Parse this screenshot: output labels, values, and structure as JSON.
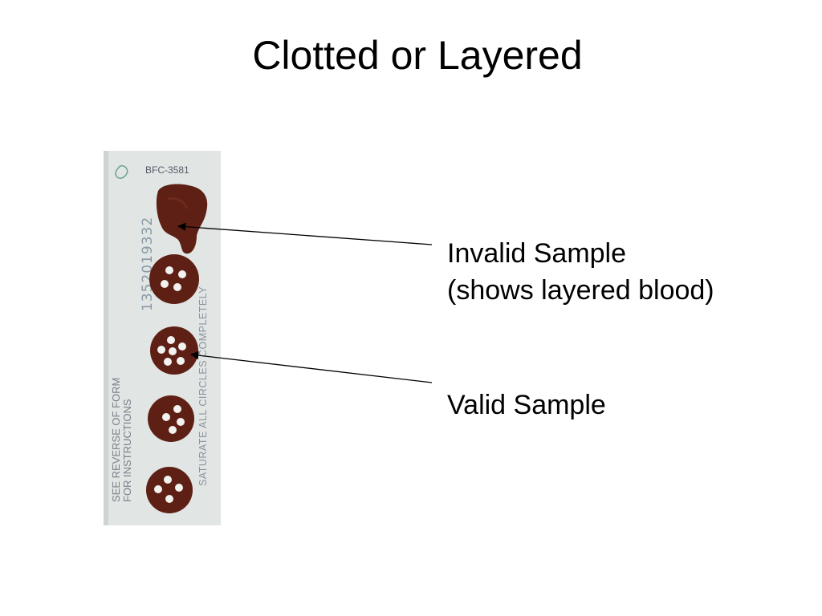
{
  "slide": {
    "title": "Clotted or Layered"
  },
  "card": {
    "form_code": "BFC-3581",
    "serial_number": "1352019332",
    "side_text_line1": "SEE REVERSE OF FORM",
    "side_text_line2": "FOR INSTRUCTIONS",
    "saturate_text": "SATURATE ALL CIRCLES COMPLETELY",
    "card_color": "#e3e6e5",
    "blood_color": "#5e2015"
  },
  "annotations": {
    "invalid_line1": "Invalid Sample",
    "invalid_line2": "(shows layered blood)",
    "valid": "Valid Sample"
  }
}
